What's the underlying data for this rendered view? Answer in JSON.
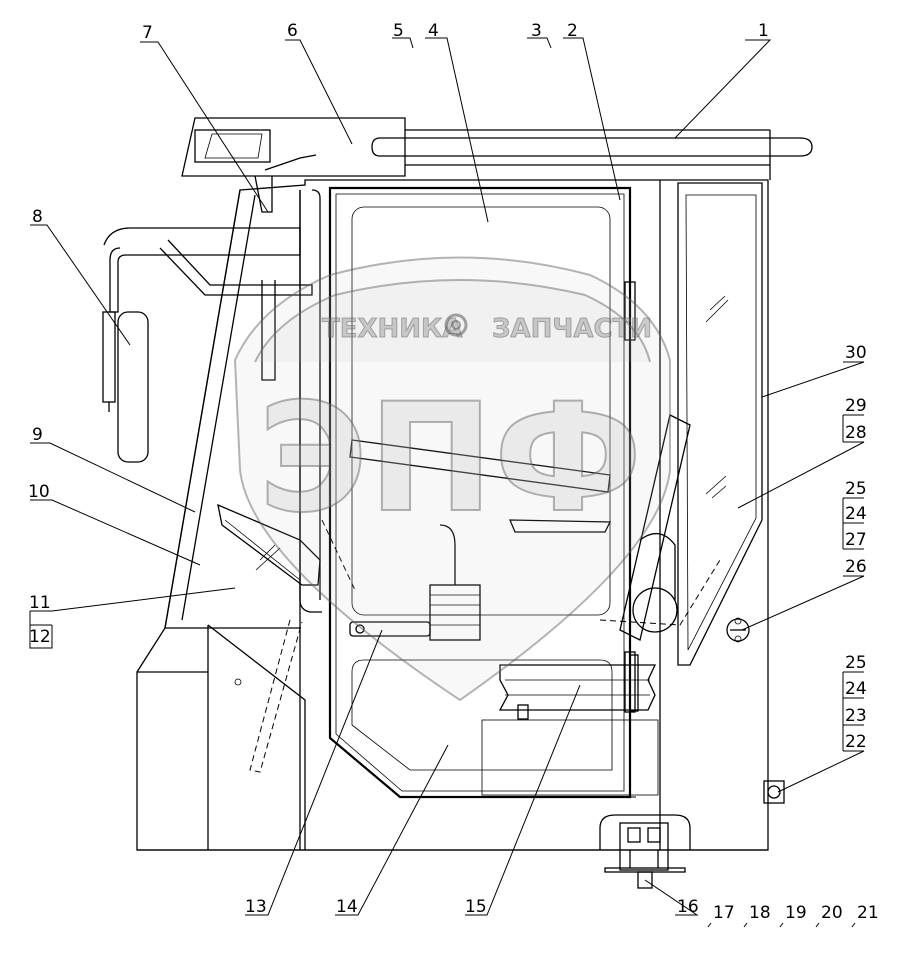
{
  "watermark": {
    "line1_left": "ТЕХНИКА",
    "line1_right": "ЗАПЧАСТИ",
    "logo": "ЭПФ",
    "gear": "gear-icon"
  },
  "callouts": [
    "1",
    "2",
    "3",
    "4",
    "5",
    "6",
    "7",
    "8",
    "9",
    "10",
    "11",
    "12",
    "13",
    "14",
    "15",
    "16",
    "17",
    "18",
    "19",
    "20",
    "21",
    "22",
    "23",
    "24",
    "25",
    "26",
    "27",
    "28",
    "29",
    "30",
    "24",
    "25"
  ]
}
